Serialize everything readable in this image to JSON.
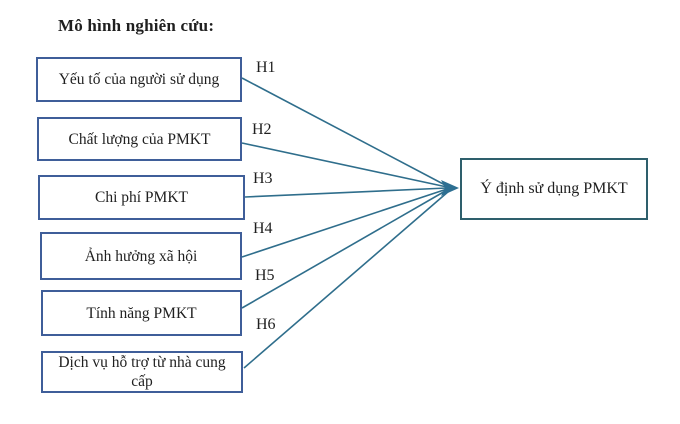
{
  "title": "Mô hình nghiên cứu:",
  "factors": [
    {
      "label": "Yếu tố của người sử dụng",
      "hypothesis": "H1"
    },
    {
      "label": "Chất lượng của PMKT",
      "hypothesis": "H2"
    },
    {
      "label": "Chi phí PMKT",
      "hypothesis": "H3"
    },
    {
      "label": "Ảnh hưởng xã hội",
      "hypothesis": "H4"
    },
    {
      "label": "Tính năng PMKT",
      "hypothesis": "H5"
    },
    {
      "label": "Dịch vụ hỗ trợ từ nhà cung cấp",
      "hypothesis": "H6"
    }
  ],
  "outcome": {
    "label": "Ý định sử dụng PMKT"
  },
  "colors": {
    "factor_box_border": "#3f5e99",
    "outcome_box_border": "#2e5f6c",
    "arrow_line": "#2f6e8c",
    "arrowhead_fill": "#2d6f92",
    "text": "#1f1f1f",
    "background": "#ffffff"
  }
}
